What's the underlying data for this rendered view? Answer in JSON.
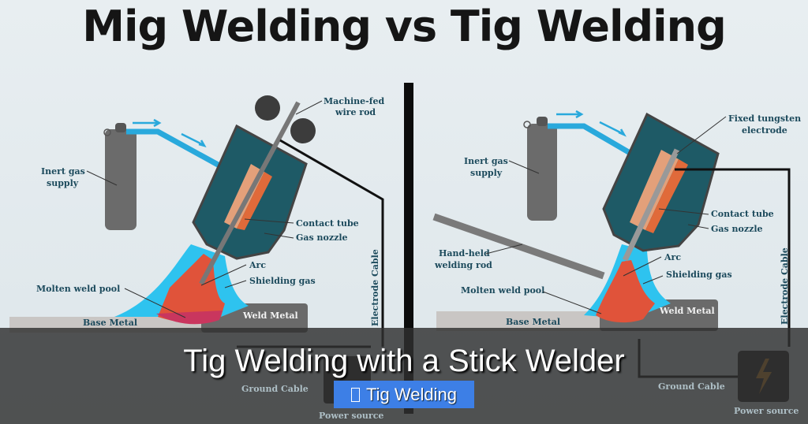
{
  "title": "Mig Welding vs Tig Welding",
  "mig": {
    "labels": {
      "wire_rod_1": "Machine-fed",
      "wire_rod_2": "wire rod",
      "gas_supply_1": "Inert gas",
      "gas_supply_2": "supply",
      "contact_tube": "Contact tube",
      "gas_nozzle": "Gas nozzle",
      "arc": "Arc",
      "shielding_gas": "Shielding gas",
      "molten_pool": "Molten weld pool",
      "weld_metal": "Weld Metal",
      "base_metal": "Base Metal",
      "electrode_cable": "Electrode Cable",
      "ground_cable": "Ground Cable",
      "power_source": "Power source"
    }
  },
  "tig": {
    "labels": {
      "tungsten_1": "Fixed tungsten",
      "tungsten_2": "electrode",
      "gas_supply_1": "Inert gas",
      "gas_supply_2": "supply",
      "contact_tube": "Contact tube",
      "gas_nozzle": "Gas nozzle",
      "rod_1": "Hand-held",
      "rod_2": "welding rod",
      "arc": "Arc",
      "shielding_gas": "Shielding gas",
      "molten_pool": "Molten weld pool",
      "weld_metal": "Weld Metal",
      "base_metal": "Base Metal",
      "electrode_cable": "Electrode Cable",
      "ground_cable": "Ground Cable",
      "power_source": "Power source"
    }
  },
  "overlay": {
    "headline": "Tig Welding with a Stick Welder",
    "tag_label": "Tig Welding",
    "tag_icon": "tag-icon"
  },
  "colors": {
    "badge": "#3d7fe6",
    "nozzle": "#1e5a66",
    "gas": "#29b8e6",
    "pool": "#e0533a"
  }
}
